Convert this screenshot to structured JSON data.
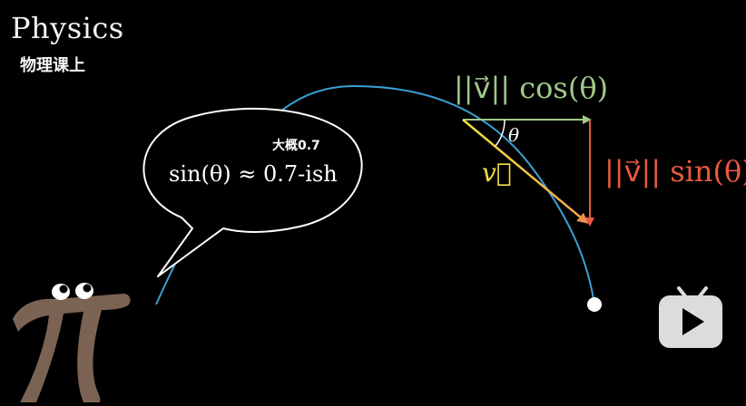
{
  "header": {
    "title": "Physics",
    "subtitle": "物理课上"
  },
  "speech_bubble": {
    "annotation": "大概0.7",
    "text": "sin(θ) ≈ 0.7-ish"
  },
  "diagram": {
    "horizontal_label": "||v⃗|| cos(θ)",
    "vertical_label": "||v⃗|| sin(θ)",
    "vector_label": "v⃗",
    "angle_label": "θ"
  },
  "colors": {
    "background": "#000000",
    "trajectory": "#3aa0d6",
    "horizontal_component": "#9fc98a",
    "vertical_component": "#e85a3f",
    "vector": "#f1e041",
    "angle_arc": "#ffffff",
    "pi_character": "#7b6353",
    "bubble_stroke": "#ffffff"
  },
  "icons": {
    "logo": "bilibili-play-icon"
  }
}
